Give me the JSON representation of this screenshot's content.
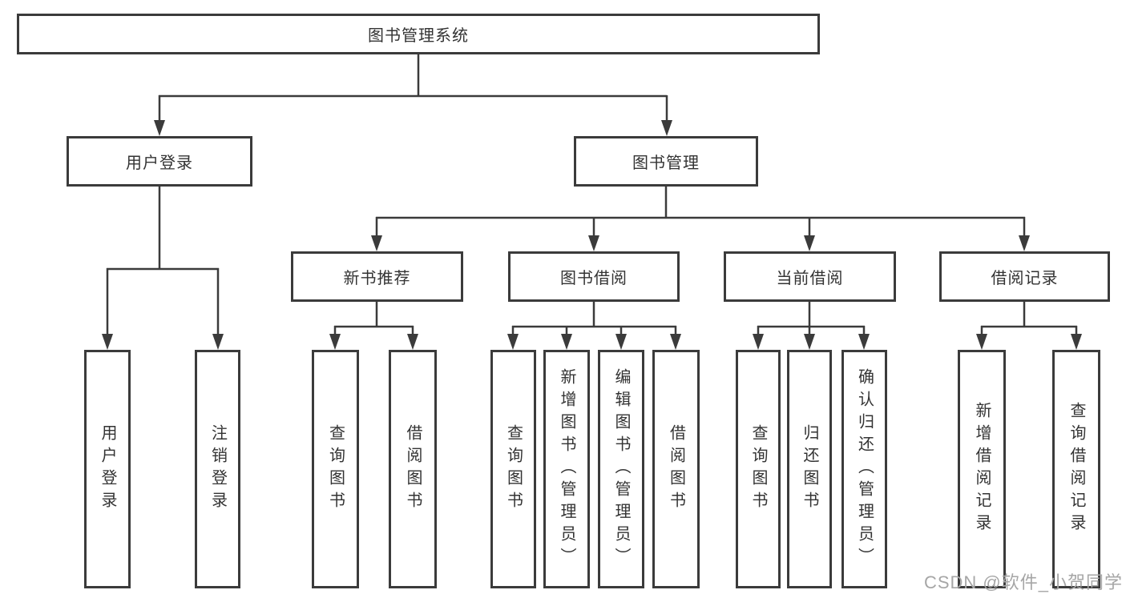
{
  "diagram": {
    "type": "functional-structure-tree",
    "colors": {
      "line": "#3b3b3b",
      "text": "#333333",
      "box_background": "#ffffff",
      "page_background": "#ffffff",
      "watermark": "#a6a6a6"
    },
    "root": {
      "label": "图书管理系统"
    },
    "branches": [
      {
        "label": "用户登录",
        "leaves": [
          {
            "label": "用户登录"
          },
          {
            "label": "注销登录"
          }
        ]
      },
      {
        "label": "图书管理",
        "groups": [
          {
            "label": "新书推荐",
            "leaves": [
              {
                "label": "查询图书"
              },
              {
                "label": "借阅图书"
              }
            ]
          },
          {
            "label": "图书借阅",
            "leaves": [
              {
                "label": "查询图书"
              },
              {
                "label": "新增图书（管理员）"
              },
              {
                "label": "编辑图书（管理员）"
              },
              {
                "label": "借阅图书"
              }
            ]
          },
          {
            "label": "当前借阅",
            "leaves": [
              {
                "label": "查询图书"
              },
              {
                "label": "归还图书"
              },
              {
                "label": "确认归还（管理员）"
              }
            ]
          },
          {
            "label": "借阅记录",
            "leaves": [
              {
                "label": "新增借阅记录"
              },
              {
                "label": "查询借阅记录"
              }
            ]
          }
        ]
      }
    ],
    "watermark": "CSDN @软件_小贺同学"
  }
}
